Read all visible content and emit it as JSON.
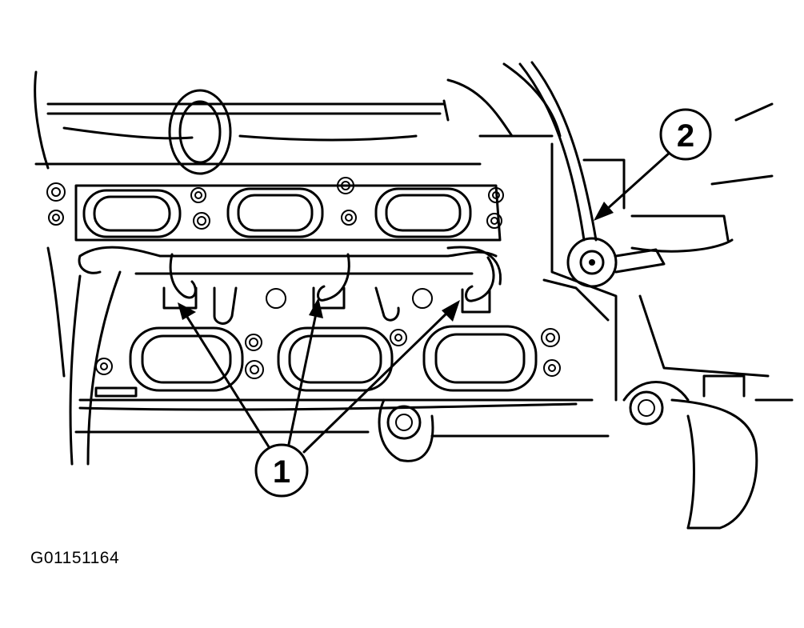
{
  "figure": {
    "callouts": [
      {
        "id": "callout-1",
        "label": "1"
      },
      {
        "id": "callout-2",
        "label": "2"
      }
    ],
    "figure_id": "G01151164"
  }
}
